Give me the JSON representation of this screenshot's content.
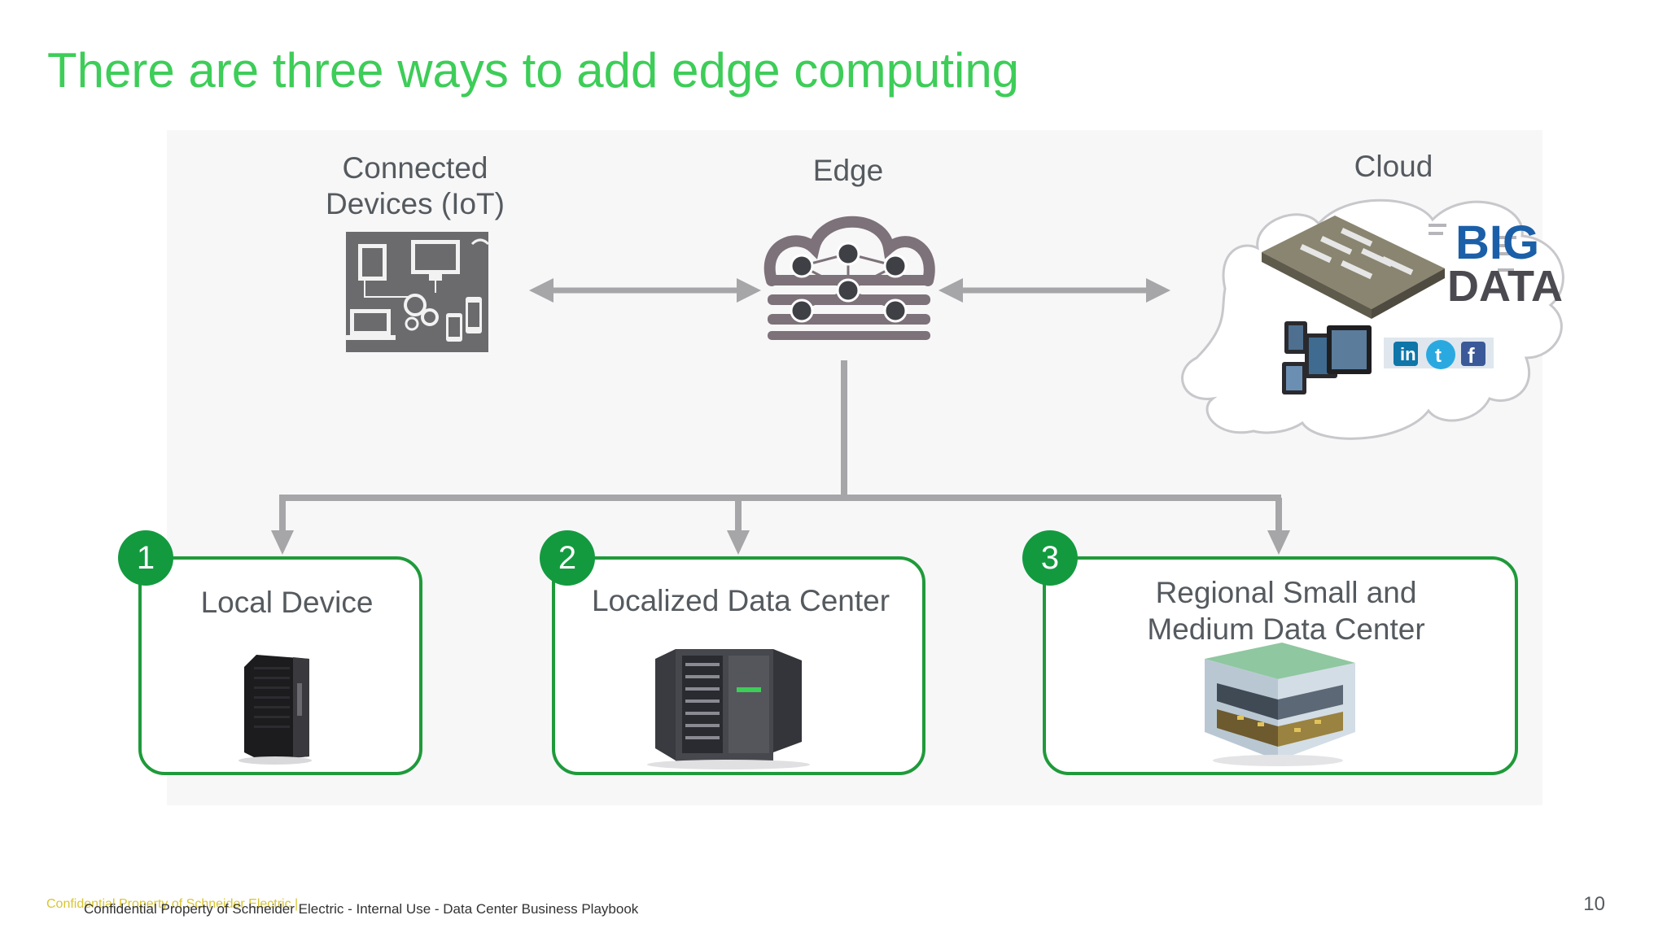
{
  "slide": {
    "title": "There are three ways to add edge computing",
    "page_number": "10"
  },
  "diagram": {
    "devices_label": "Connected\nDevices (IoT)",
    "edge_label": "Edge",
    "cloud_label": "Cloud",
    "cloud_big": "BIG",
    "cloud_data": "DATA",
    "social_icons": [
      "in",
      "t",
      "f"
    ],
    "options": [
      {
        "number": "1",
        "title": "Local Device"
      },
      {
        "number": "2",
        "title": "Localized Data Center"
      },
      {
        "number": "3",
        "title": "Regional Small and\nMedium Data Center"
      }
    ]
  },
  "footer": {
    "ghost_text": "Confidential Property of Schneider Electric |",
    "text": "Confidential Property of Schneider Electric  -  Internal Use  -  Data Center Business Playbook"
  },
  "colors": {
    "title_green": "#3dcd58",
    "badge_green": "#139a3f",
    "box_border_green": "#1f9a3a",
    "connector_gray": "#a6a6a8",
    "label_gray": "#555a5f"
  }
}
